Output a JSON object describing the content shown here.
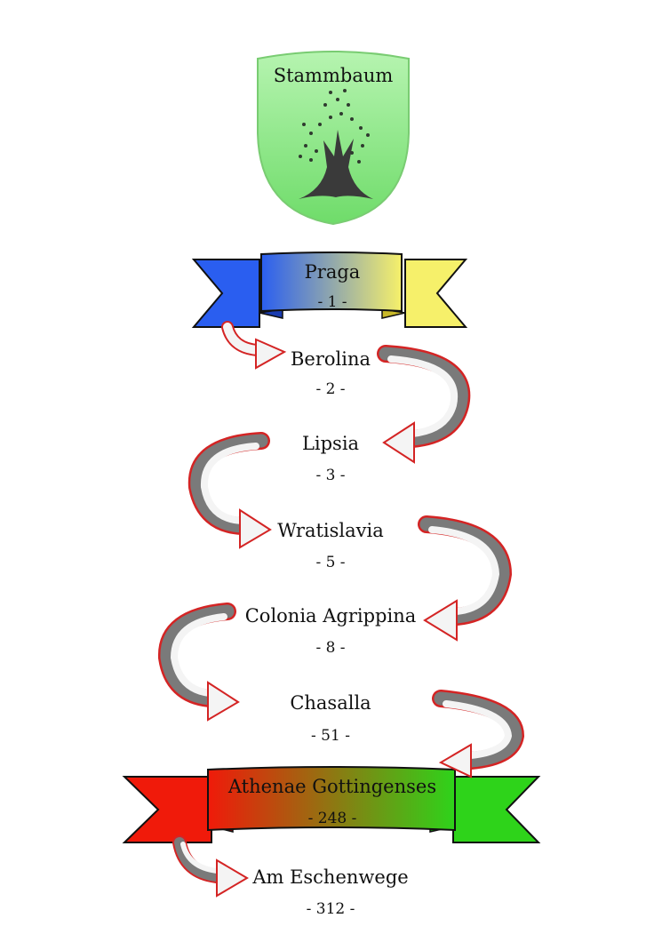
{
  "crest": {
    "title": "Stammbaum",
    "icon": "tree-icon",
    "color": "#8ee88e"
  },
  "nodes": [
    {
      "name": "Praga",
      "number": "- 1 -",
      "style": "banner",
      "colors": [
        "#2a5ef0",
        "#f6f06a"
      ]
    },
    {
      "name": "Berolina",
      "number": "- 2 -"
    },
    {
      "name": "Lipsia",
      "number": "- 3 -"
    },
    {
      "name": "Wratislavia",
      "number": "- 5 -"
    },
    {
      "name": "Colonia Agrippina",
      "number": "- 8 -"
    },
    {
      "name": "Chasalla",
      "number": "- 51 -"
    },
    {
      "name": "Athenae Gottingenses",
      "number": "- 248 -",
      "style": "banner",
      "colors": [
        "#f01a0a",
        "#2ed31a"
      ]
    },
    {
      "name": "Am Eschenwege",
      "number": "- 312 -"
    }
  ],
  "arrow_colors": {
    "outline": "#d42424",
    "shadow": "#7a7a7a",
    "fill": "#f4f4f4"
  }
}
